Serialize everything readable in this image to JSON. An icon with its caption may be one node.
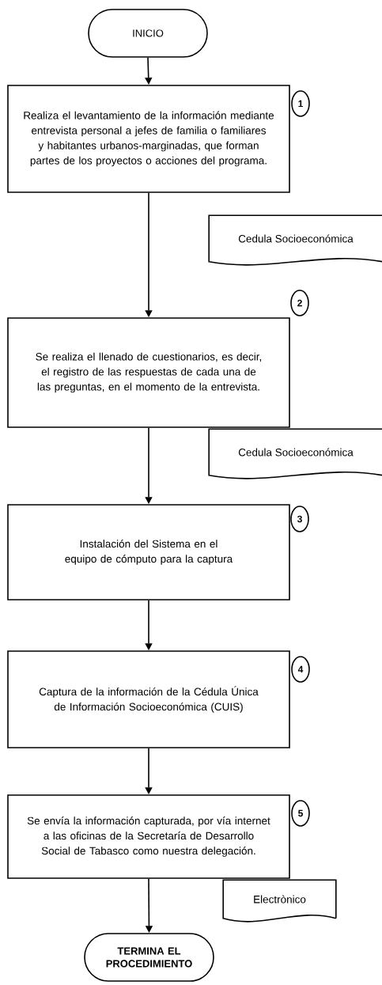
{
  "diagram": {
    "nodes": [
      {
        "text": [
          "INICIO"
        ]
      },
      {
        "text": [
          "Realiza el levantamiento de la información mediante entrevista personal a jefes de familia o familiares y habitantes urbanos-marginadas, que forman partes de los proyectos o acciones del programa."
        ]
      },
      {
        "text": [
          "1"
        ]
      },
      {
        "text": [
          "Cedula Socioeconómica"
        ]
      },
      {
        "text": [
          "Se realiza el llenado de cuestionarios, es decir, el registro de las respuestas de cada una de las preguntas, en el momento de la entrevista."
        ]
      },
      {
        "text": [
          "2"
        ]
      },
      {
        "text": [
          "Cedula Socioeconómica"
        ]
      },
      {
        "text": [
          "Instalación del Sistema en el equipo de cómputo para la captura"
        ]
      },
      {
        "text": [
          "3"
        ]
      },
      {
        "text": [
          "Captura de la información de la Cédula Única de Información Socioeconómica (CUIS)"
        ]
      },
      {
        "text": [
          "4"
        ]
      },
      {
        "text": [
          "Se envía la información capturada, por vía internet a las oficinas de la Secretaría de Desarrollo Social de Tabasco como nuestra delegación."
        ]
      },
      {
        "text": [
          "5"
        ]
      },
      {
        "text": [
          "Electrònico"
        ]
      },
      {
        "text": [
          "TERMINA EL PROCEDIMIENTO"
        ]
      }
    ],
    "edges": [
      {
        "from": 0,
        "to": 1,
        "arrow": "to"
      },
      {
        "from": 1,
        "to": 4,
        "arrow": "to"
      },
      {
        "from": 4,
        "to": 7,
        "arrow": "to"
      },
      {
        "from": 7,
        "to": 9,
        "arrow": "to"
      },
      {
        "from": 9,
        "to": 11,
        "arrow": "to"
      },
      {
        "from": 11,
        "to": 14,
        "arrow": "to"
      }
    ]
  }
}
